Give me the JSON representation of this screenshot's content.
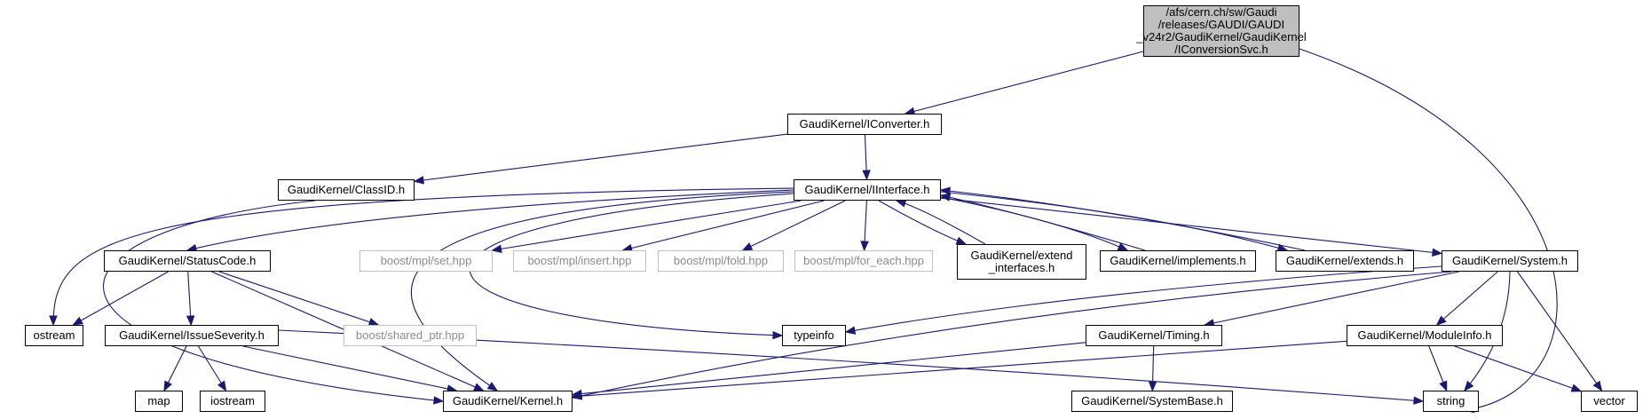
{
  "colors": {
    "edge": "#191970",
    "root_fill": "#bfbfbf",
    "node_border": "#000000",
    "external_border": "#bfbfbf",
    "external_text": "#8c8c8c"
  },
  "nodes": [
    {
      "id": "root",
      "label": "/afs/cern.ch/sw/Gaudi\n/releases/GAUDI/GAUDI\n_v24r2/GaudiKernel/GaudiKernel\n/IConversionSvc.h",
      "kind": "root"
    },
    {
      "id": "iconverter",
      "label": "GaudiKernel/IConverter.h",
      "kind": "file"
    },
    {
      "id": "classid",
      "label": "GaudiKernel/ClassID.h",
      "kind": "file"
    },
    {
      "id": "iinterface",
      "label": "GaudiKernel/IInterface.h",
      "kind": "file"
    },
    {
      "id": "statuscode",
      "label": "GaudiKernel/StatusCode.h",
      "kind": "file"
    },
    {
      "id": "mplset",
      "label": "boost/mpl/set.hpp",
      "kind": "external"
    },
    {
      "id": "mplinsert",
      "label": "boost/mpl/insert.hpp",
      "kind": "external"
    },
    {
      "id": "mplfold",
      "label": "boost/mpl/fold.hpp",
      "kind": "external"
    },
    {
      "id": "mplforeach",
      "label": "boost/mpl/for_each.hpp",
      "kind": "external"
    },
    {
      "id": "extendif",
      "label": "GaudiKernel/extend\n_interfaces.h",
      "kind": "file"
    },
    {
      "id": "implements",
      "label": "GaudiKernel/implements.h",
      "kind": "file"
    },
    {
      "id": "extends",
      "label": "GaudiKernel/extends.h",
      "kind": "file"
    },
    {
      "id": "system",
      "label": "GaudiKernel/System.h",
      "kind": "file"
    },
    {
      "id": "ostream",
      "label": "ostream",
      "kind": "file"
    },
    {
      "id": "issueseverity",
      "label": "GaudiKernel/IssueSeverity.h",
      "kind": "file"
    },
    {
      "id": "sharedptr",
      "label": "boost/shared_ptr.hpp",
      "kind": "external"
    },
    {
      "id": "typeinfo",
      "label": "typeinfo",
      "kind": "file"
    },
    {
      "id": "timing",
      "label": "GaudiKernel/Timing.h",
      "kind": "file"
    },
    {
      "id": "moduleinfo",
      "label": "GaudiKernel/ModuleInfo.h",
      "kind": "file"
    },
    {
      "id": "map",
      "label": "map",
      "kind": "file"
    },
    {
      "id": "iostream",
      "label": "iostream",
      "kind": "file"
    },
    {
      "id": "kernel",
      "label": "GaudiKernel/Kernel.h",
      "kind": "file"
    },
    {
      "id": "systembase",
      "label": "GaudiKernel/SystemBase.h",
      "kind": "file"
    },
    {
      "id": "string",
      "label": "string",
      "kind": "file"
    },
    {
      "id": "vector",
      "label": "vector",
      "kind": "file"
    }
  ],
  "edges": [
    [
      "root",
      "iconverter"
    ],
    [
      "root",
      "string"
    ],
    [
      "iconverter",
      "classid"
    ],
    [
      "iconverter",
      "iinterface"
    ],
    [
      "classid",
      "kernel"
    ],
    [
      "iinterface",
      "ostream"
    ],
    [
      "iinterface",
      "statuscode"
    ],
    [
      "iinterface",
      "kernel"
    ],
    [
      "iinterface",
      "typeinfo"
    ],
    [
      "iinterface",
      "mplset"
    ],
    [
      "iinterface",
      "mplinsert"
    ],
    [
      "iinterface",
      "mplfold"
    ],
    [
      "iinterface",
      "mplforeach"
    ],
    [
      "iinterface",
      "extendif"
    ],
    [
      "iinterface",
      "implements"
    ],
    [
      "iinterface",
      "extends"
    ],
    [
      "iinterface",
      "system"
    ],
    [
      "extendif",
      "iinterface"
    ],
    [
      "implements",
      "iinterface"
    ],
    [
      "extends",
      "iinterface"
    ],
    [
      "statuscode",
      "ostream"
    ],
    [
      "statuscode",
      "issueseverity"
    ],
    [
      "statuscode",
      "sharedptr"
    ],
    [
      "statuscode",
      "kernel"
    ],
    [
      "issueseverity",
      "map"
    ],
    [
      "issueseverity",
      "iostream"
    ],
    [
      "issueseverity",
      "kernel"
    ],
    [
      "issueseverity",
      "string"
    ],
    [
      "system",
      "typeinfo"
    ],
    [
      "system",
      "kernel"
    ],
    [
      "system",
      "timing"
    ],
    [
      "system",
      "moduleinfo"
    ],
    [
      "system",
      "string"
    ],
    [
      "system",
      "vector"
    ],
    [
      "timing",
      "kernel"
    ],
    [
      "timing",
      "systembase"
    ],
    [
      "moduleinfo",
      "kernel"
    ],
    [
      "moduleinfo",
      "string"
    ],
    [
      "moduleinfo",
      "vector"
    ]
  ]
}
